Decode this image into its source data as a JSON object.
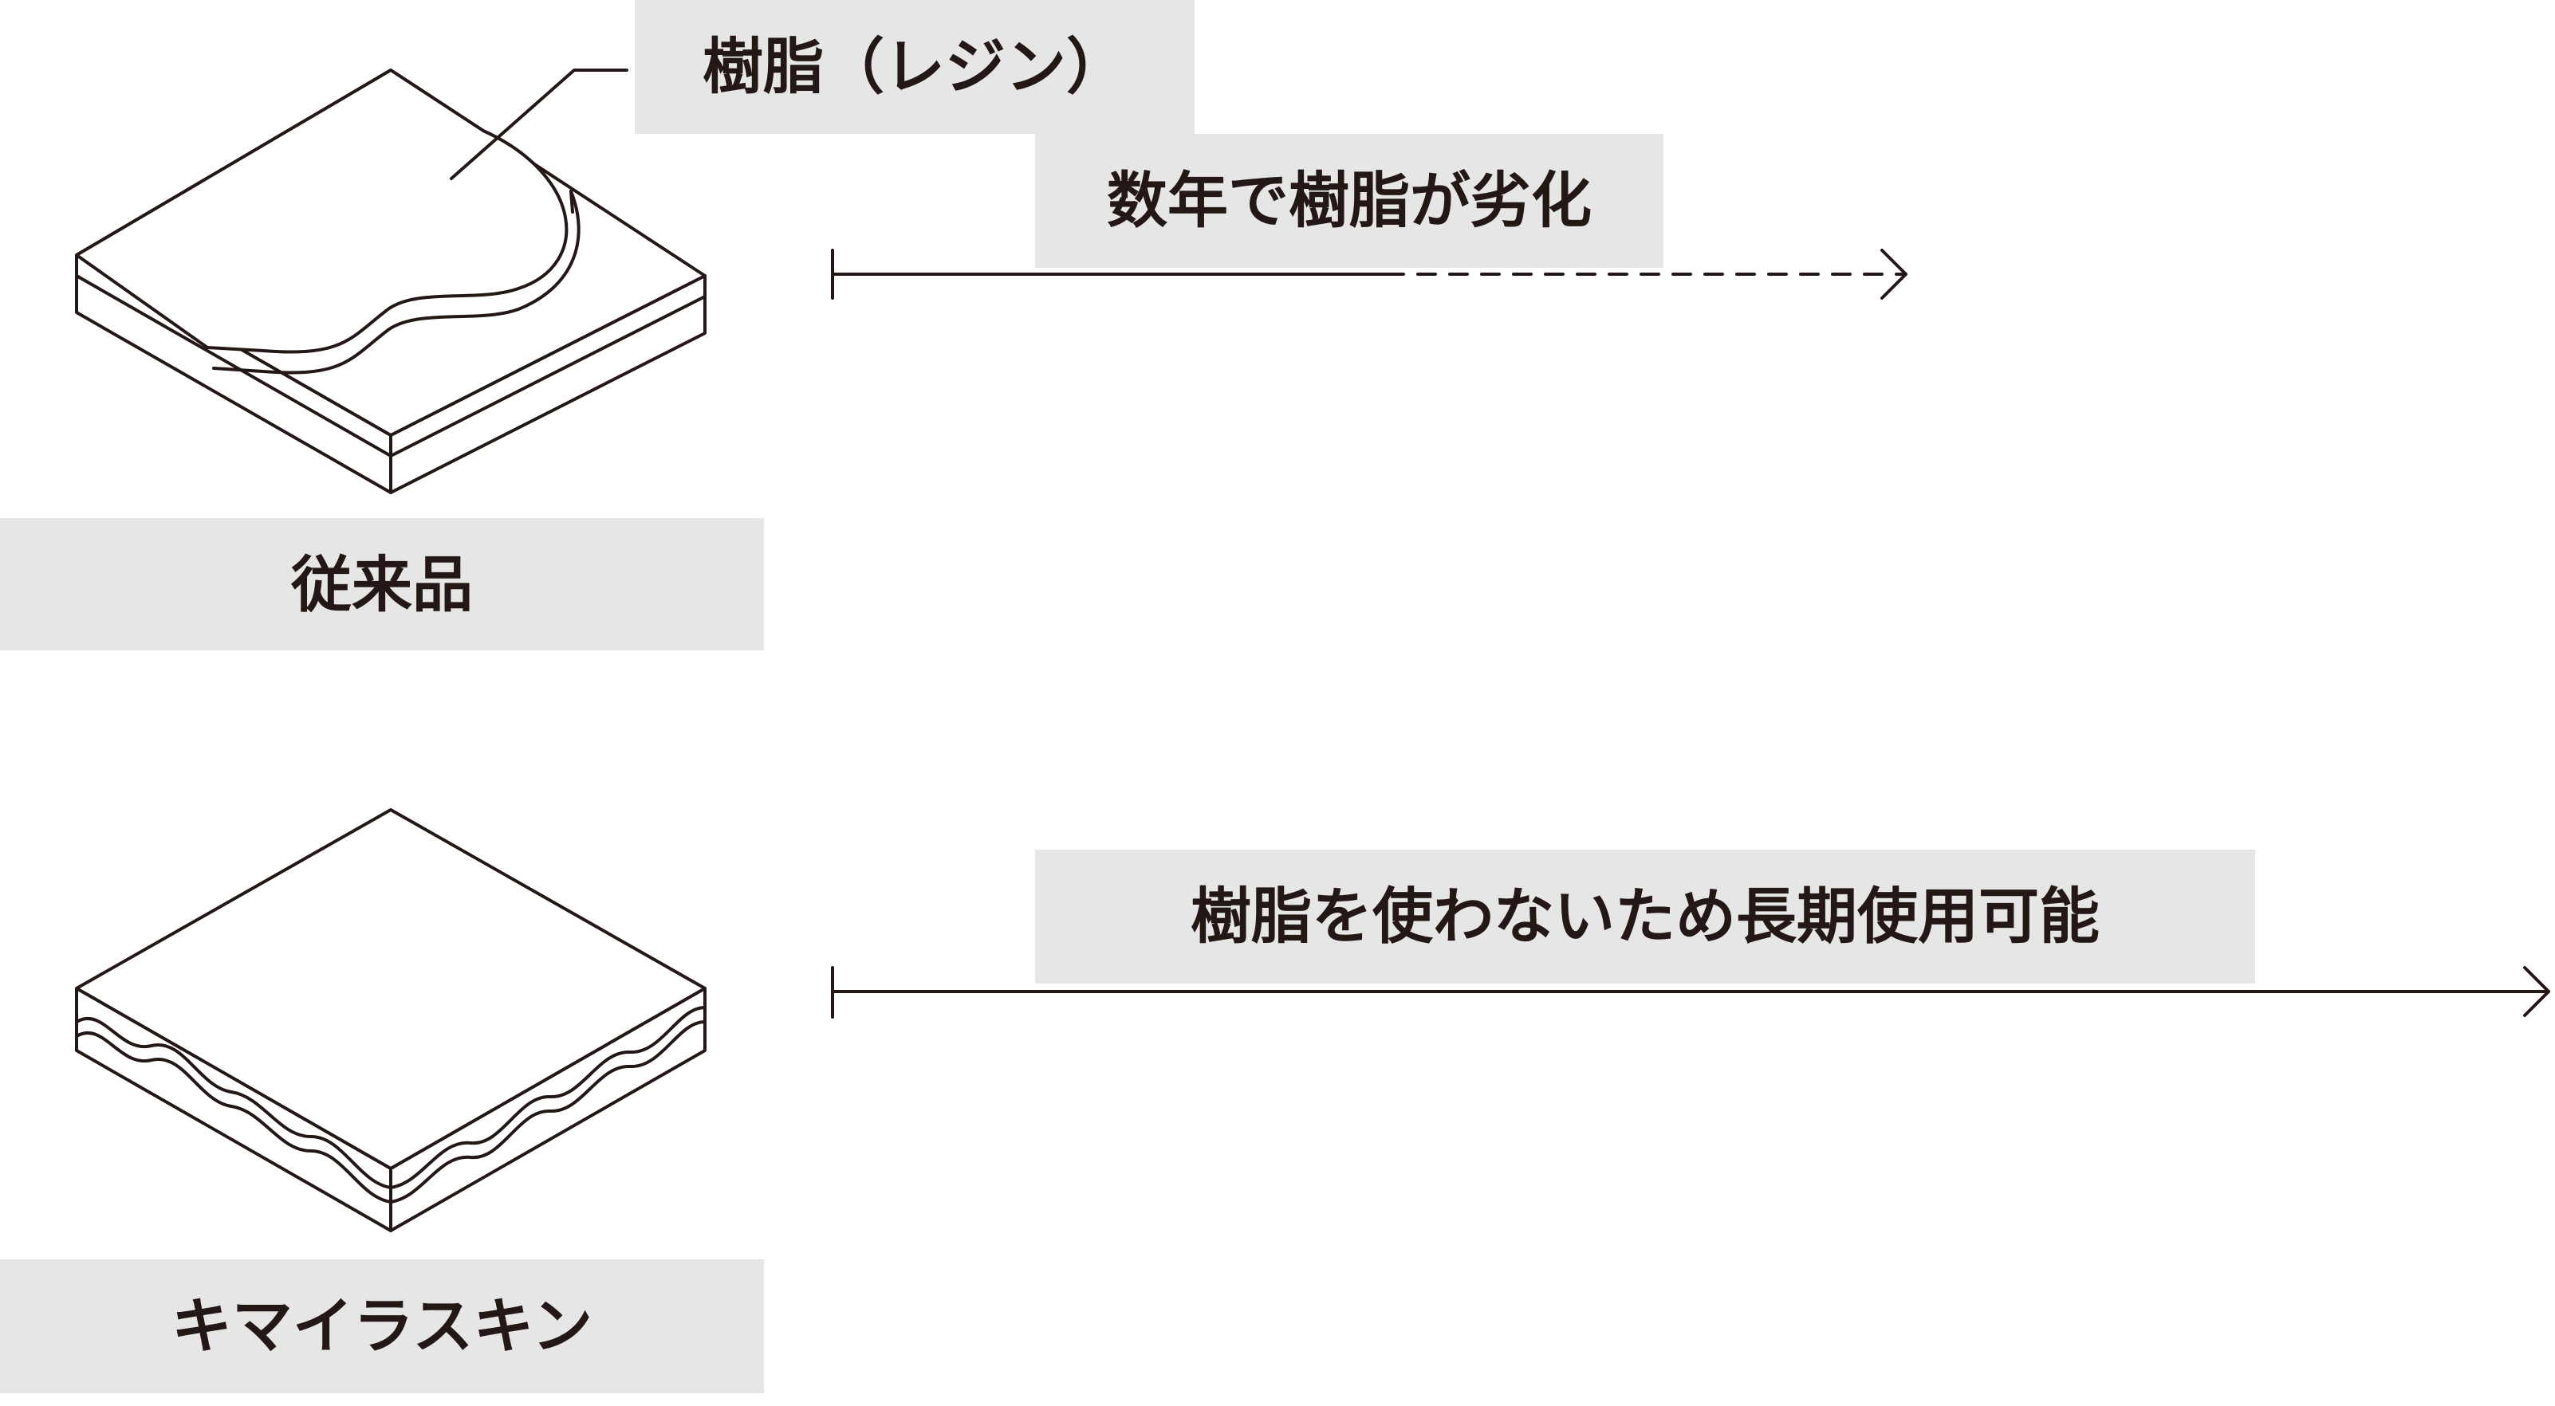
{
  "resin_label": "樹脂（レジン）",
  "conventional": {
    "name": "従来品",
    "timeline_text": "数年で樹脂が劣化"
  },
  "chimera": {
    "name": "キマイラスキン",
    "timeline_text": "樹脂を使わないため長期使用可能"
  },
  "colors": {
    "ink": "#231815",
    "label_bg": "#e6e6e6"
  }
}
